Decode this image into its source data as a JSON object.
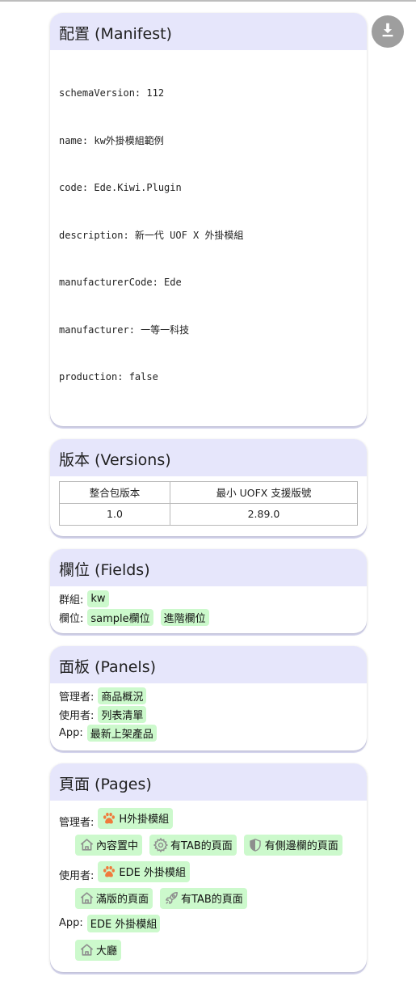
{
  "manifest": {
    "title": "配置 (Manifest)",
    "lines": [
      "schemaVersion: 112",
      "name: kw外掛模組範例",
      "code: Ede.Kiwi.Plugin",
      "description: 新一代 UOF X 外掛模組",
      "manufacturerCode: Ede",
      "manufacturer: 一等一科技",
      "production: false"
    ]
  },
  "versions": {
    "title": "版本 (Versions)",
    "headers": [
      "整合包版本",
      "最小 UOFX 支援版號"
    ],
    "row": [
      "1.0",
      "2.89.0"
    ]
  },
  "fields": {
    "title": "欄位 (Fields)",
    "group_label": "群組:",
    "group_chips": [
      "kw"
    ],
    "field_label": "欄位:",
    "field_chips": [
      "sample欄位",
      "進階欄位"
    ]
  },
  "panels": {
    "title": "面板 (Panels)",
    "admin_label": "管理者:",
    "admin_chip": "商品概況",
    "user_label": "使用者:",
    "user_chip": "列表清單",
    "app_label": "App:",
    "app_chip": "最新上架產品"
  },
  "pages": {
    "title": "頁面 (Pages)",
    "admin_label": "管理者:",
    "admin_root": "H外掛模組",
    "admin_items": [
      "內容置中",
      "有TAB的頁面",
      "有側邊欄的頁面"
    ],
    "user_label": "使用者:",
    "user_root": "EDE 外掛模組",
    "user_items": [
      "滿版的頁面",
      "有TAB的頁面"
    ],
    "app_label": "App:",
    "app_root": "EDE 外掛模組",
    "app_items": [
      "大廳"
    ]
  },
  "icons": {
    "root": "paw-icon",
    "home": "home-icon",
    "gear": "gear-icon",
    "shield": "shield-icon",
    "rocket": "rocket-icon",
    "download": "download-icon"
  },
  "colors": {
    "header_bg": "#e6e6fb",
    "chip_bg": "#ccf9cc",
    "paw": "#f07a3c",
    "icon_gray": "#8e8e8e"
  }
}
